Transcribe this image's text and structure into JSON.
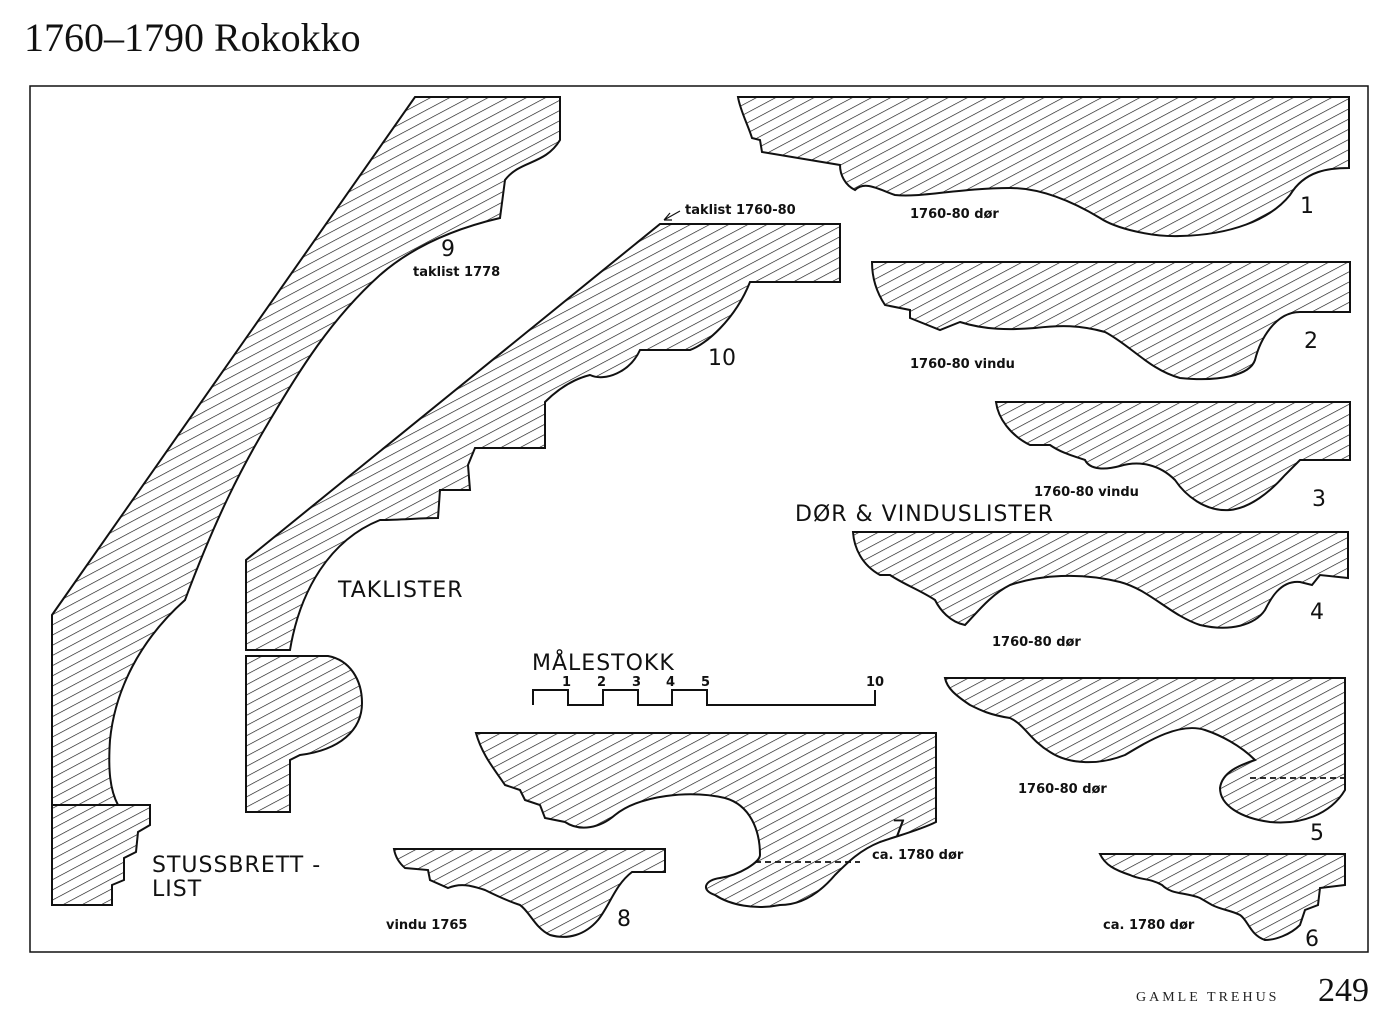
{
  "page": {
    "title": "1760–1790 Rokokko",
    "publication": "GAMLE TREHUS",
    "page_number": "249"
  },
  "sections": {
    "taklister": "TAKLISTER",
    "dor_vinduslister": "DØR & VINDUSLISTER",
    "stussbrett_line1": "STUSSBRETT -",
    "stussbrett_line2": "LIST"
  },
  "scale": {
    "title": "MÅLESTOKK",
    "ticks": [
      "1",
      "2",
      "3",
      "4",
      "5",
      "10"
    ]
  },
  "profiles": [
    {
      "number": "1",
      "caption": "1760-80 dør"
    },
    {
      "number": "2",
      "caption": "1760-80 vindu"
    },
    {
      "number": "3",
      "caption": "1760-80 vindu"
    },
    {
      "number": "4",
      "caption": "1760-80 dør"
    },
    {
      "number": "5",
      "caption": "1760-80 dør"
    },
    {
      "number": "6",
      "caption": "ca. 1780 dør"
    },
    {
      "number": "7",
      "caption": "ca. 1780 dør"
    },
    {
      "number": "8",
      "caption": "vindu 1765"
    },
    {
      "number": "9",
      "caption": "taklist 1778"
    },
    {
      "number": "10",
      "caption": "taklist 1760-80"
    }
  ],
  "colors": {
    "ink": "#111111",
    "paper": "#ffffff"
  }
}
